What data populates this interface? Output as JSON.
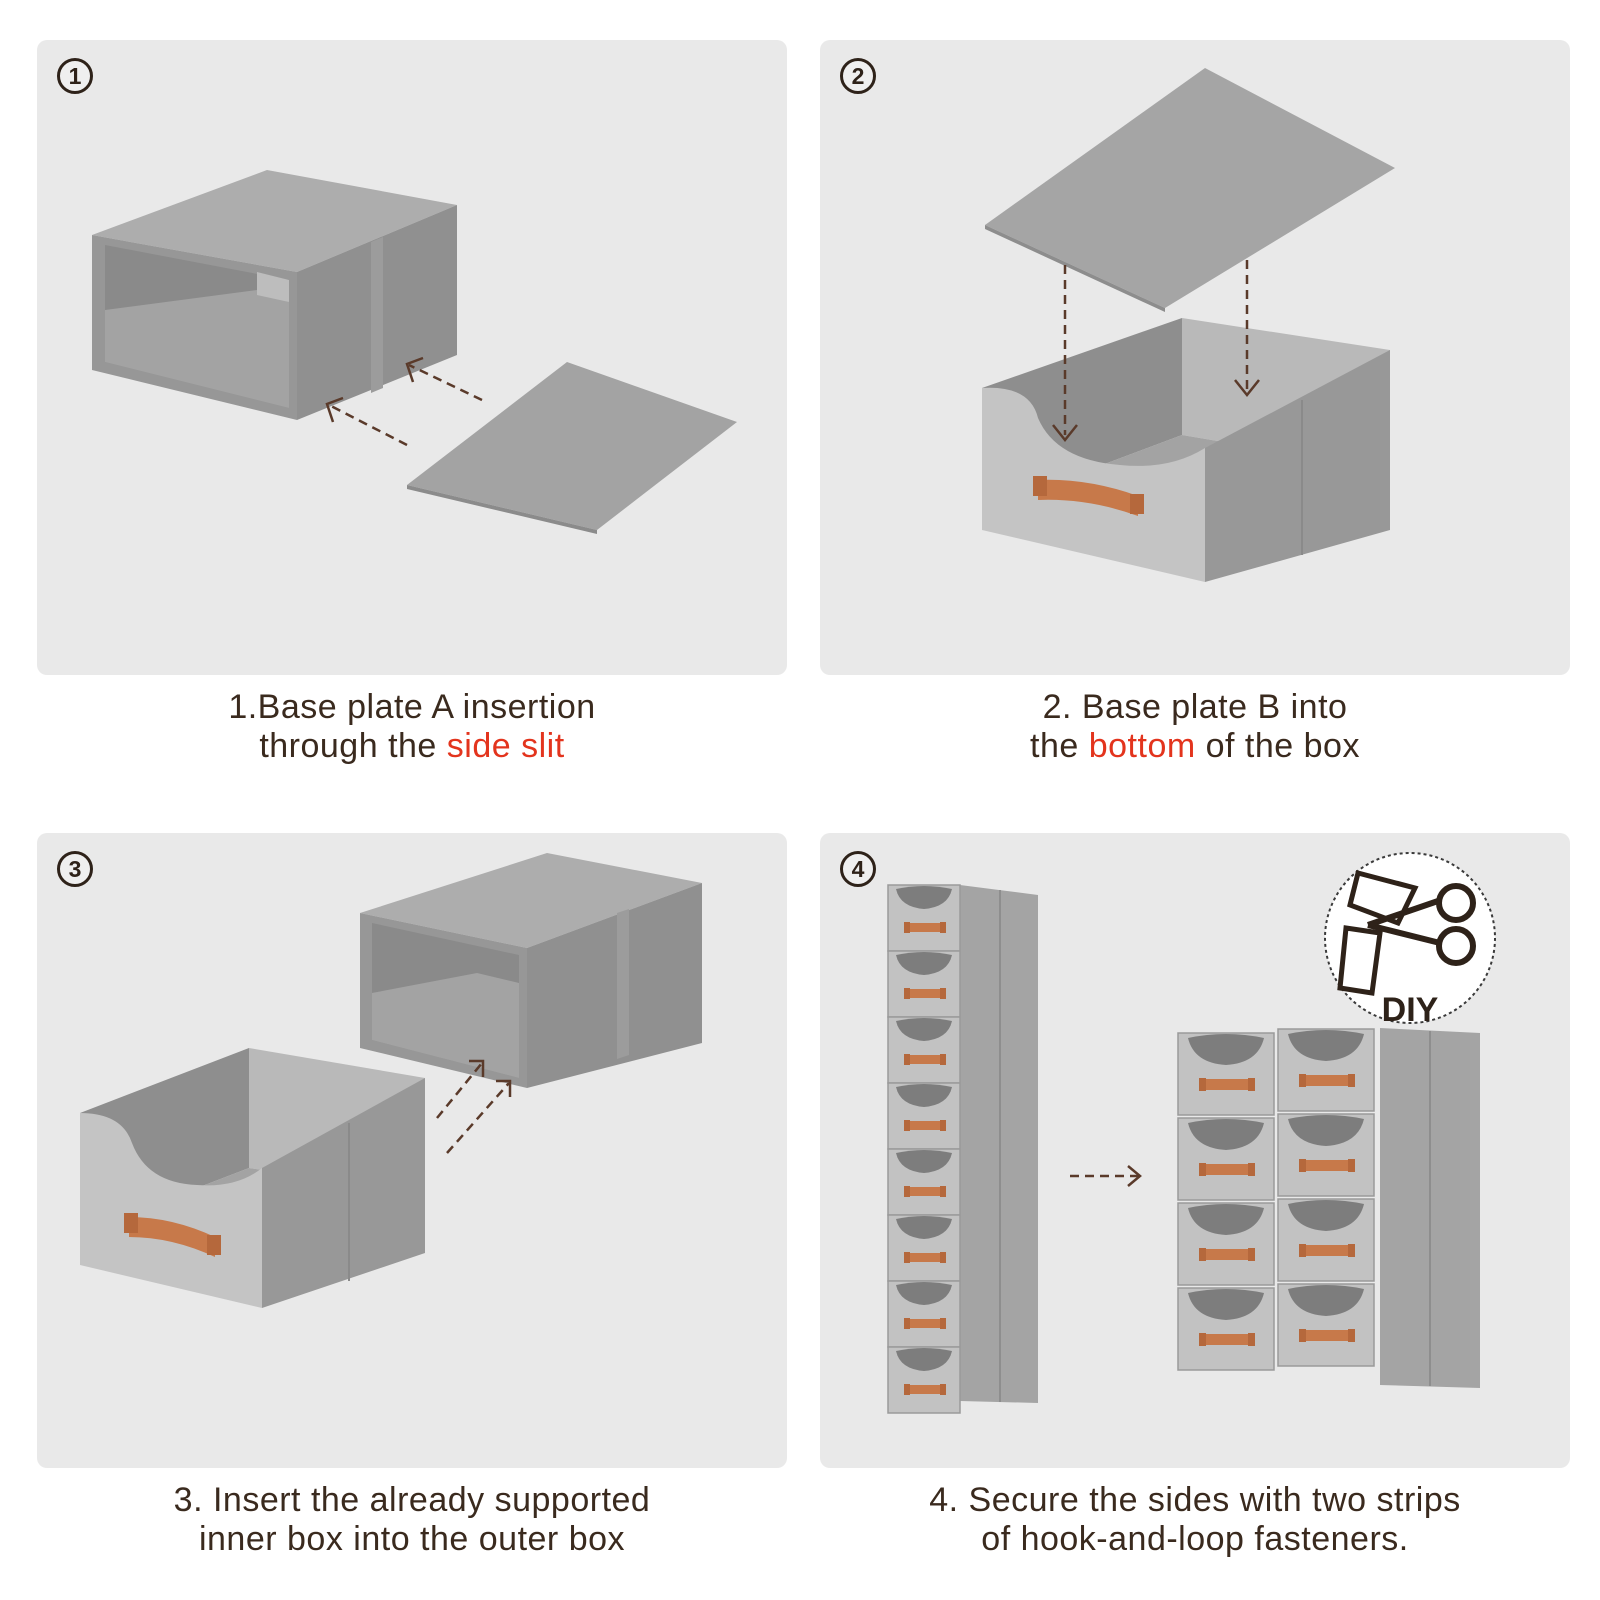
{
  "steps": [
    {
      "badge": "1",
      "caption_line1": "1.Base plate A insertion",
      "caption_line2_pre": "through the ",
      "caption_line2_highlight": "side slit",
      "caption_line2_post": ""
    },
    {
      "badge": "2",
      "caption_line1": "2. Base plate B into",
      "caption_line2_pre": "the ",
      "caption_line2_highlight": "bottom",
      "caption_line2_post": " of the box"
    },
    {
      "badge": "3",
      "caption_line1": "3. Insert the already supported",
      "caption_line2_pre": "inner box into the outer box",
      "caption_line2_highlight": "",
      "caption_line2_post": ""
    },
    {
      "badge": "4",
      "caption_line1": "4. Secure the sides with two strips",
      "caption_line2_pre": "of hook-and-loop fasteners.",
      "caption_line2_highlight": "",
      "caption_line2_post": ""
    }
  ],
  "diy_label": "DIY",
  "colors": {
    "panel_bg": "#e9e9e9",
    "box_light": "#c9c9c9",
    "box_mid": "#a9a9a9",
    "box_dark": "#8f8f8f",
    "handle": "#c7794a",
    "arrow": "#5a3a2a",
    "text": "#3a2a1e",
    "highlight": "#e3341d"
  },
  "icons": [
    "cube-box-icon",
    "base-plate-icon",
    "dashed-arrow-icon",
    "leather-handle-icon",
    "scissors-icon"
  ]
}
